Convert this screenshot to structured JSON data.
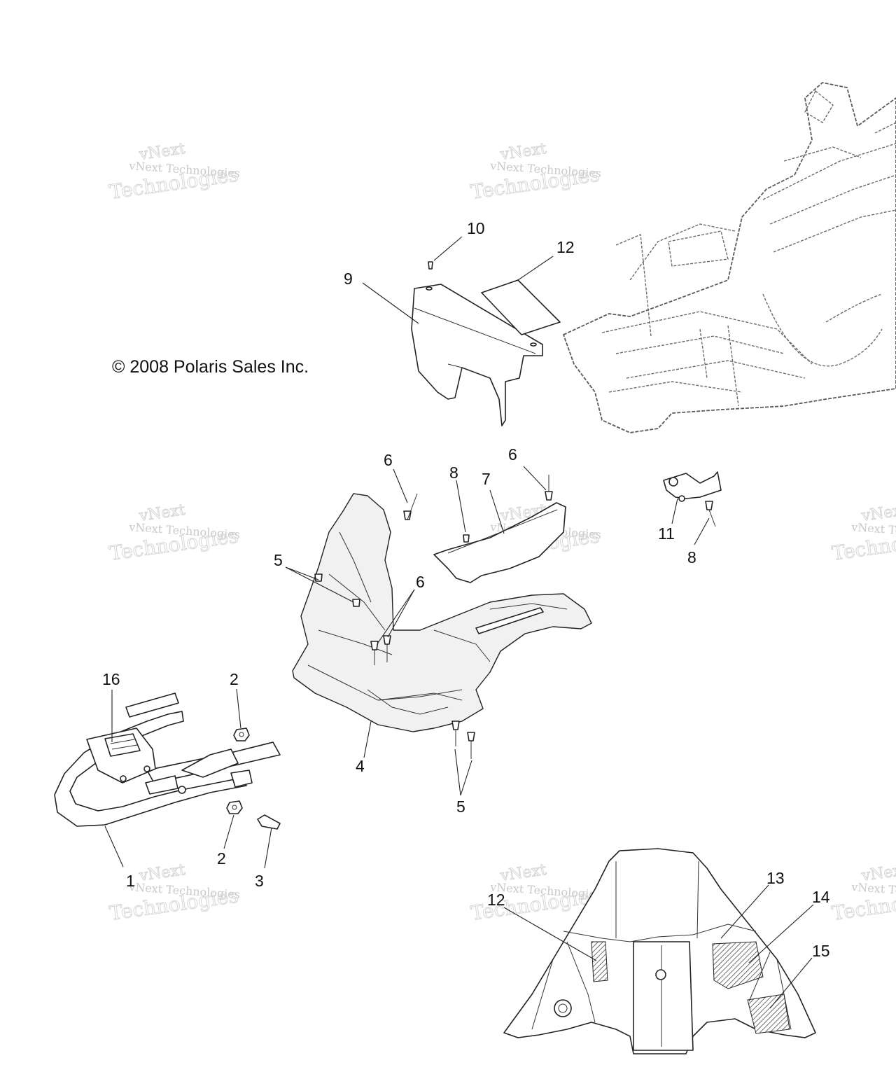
{
  "copyright": "© 2008 Polaris Sales Inc.",
  "watermark": {
    "line1": "vNext",
    "line2": "vNext Technologies",
    "line3": "Technologies"
  },
  "callouts": {
    "c10": "10",
    "c12a": "12",
    "c9": "9",
    "c6a": "6",
    "c8a": "8",
    "c7": "7",
    "c6b": "6",
    "c5a": "5",
    "c6c": "6",
    "c11": "11",
    "c8b": "8",
    "c16": "16",
    "c2a": "2",
    "c4": "4",
    "c5b": "5",
    "c2b": "2",
    "c1": "1",
    "c3": "3",
    "c12b": "12",
    "c13": "13",
    "c14": "14",
    "c15": "15"
  }
}
